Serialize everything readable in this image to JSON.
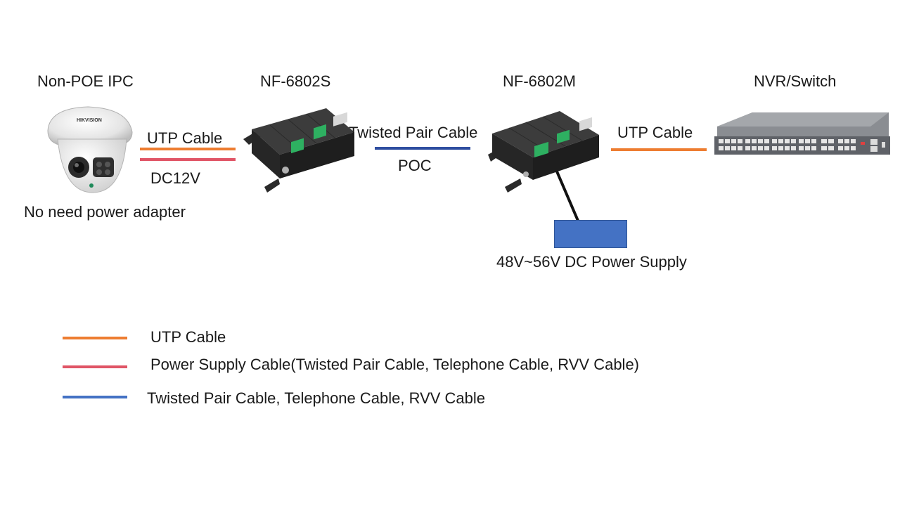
{
  "devices": {
    "camera": {
      "title": "Non-POE IPC",
      "brand": "HIKVISION",
      "note": "No need power adapter"
    },
    "sender": {
      "title": "NF-6802S"
    },
    "receiver": {
      "title": "NF-6802M"
    },
    "switch": {
      "title": "NVR/Switch"
    },
    "power_supply": {
      "label": "48V~56V DC Power Supply",
      "color": "#4472c4"
    }
  },
  "links": {
    "camera_to_sender": {
      "top": "UTP Cable",
      "bottom": "DC12V"
    },
    "sender_to_receiver": {
      "top": "Twisted Pair Cable",
      "bottom": "POC"
    },
    "receiver_to_switch": {
      "top": "UTP Cable"
    }
  },
  "legend": [
    {
      "label": "UTP Cable",
      "color": "#ed7d31"
    },
    {
      "label": "Power Supply Cable(Twisted Pair Cable, Telephone Cable, RVV Cable)",
      "color": "#e05566"
    },
    {
      "label": "Twisted Pair Cable, Telephone Cable, RVV Cable",
      "color": "#4472c4"
    }
  ]
}
